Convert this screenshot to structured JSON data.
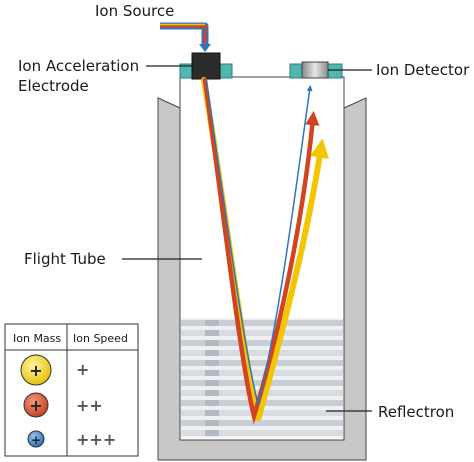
{
  "labels": {
    "ion_source": "Ion Source",
    "ion_acceleration_electrode_line1": "Ion Acceleration",
    "ion_acceleration_electrode_line2": "Electrode",
    "ion_detector": "Ion Detector",
    "flight_tube": "Flight Tube",
    "reflectron": "Reflectron"
  },
  "legend": {
    "header_mass": "Ion Mass",
    "header_speed": "Ion Speed",
    "rows": [
      {
        "mass_symbol": "+",
        "speed": "+",
        "color": "#f2d21b"
      },
      {
        "mass_symbol": "+",
        "speed": "++",
        "color": "#d9482b"
      },
      {
        "mass_symbol": "+",
        "speed": "+++",
        "color": "#2d76c0"
      }
    ]
  },
  "colors": {
    "heavy_ion": "#f2c600",
    "medium_ion": "#d2441f",
    "light_ion": "#2f74c4",
    "tube_outer": "#c6c6c6",
    "electrode_teal": "#4fb7b0"
  }
}
